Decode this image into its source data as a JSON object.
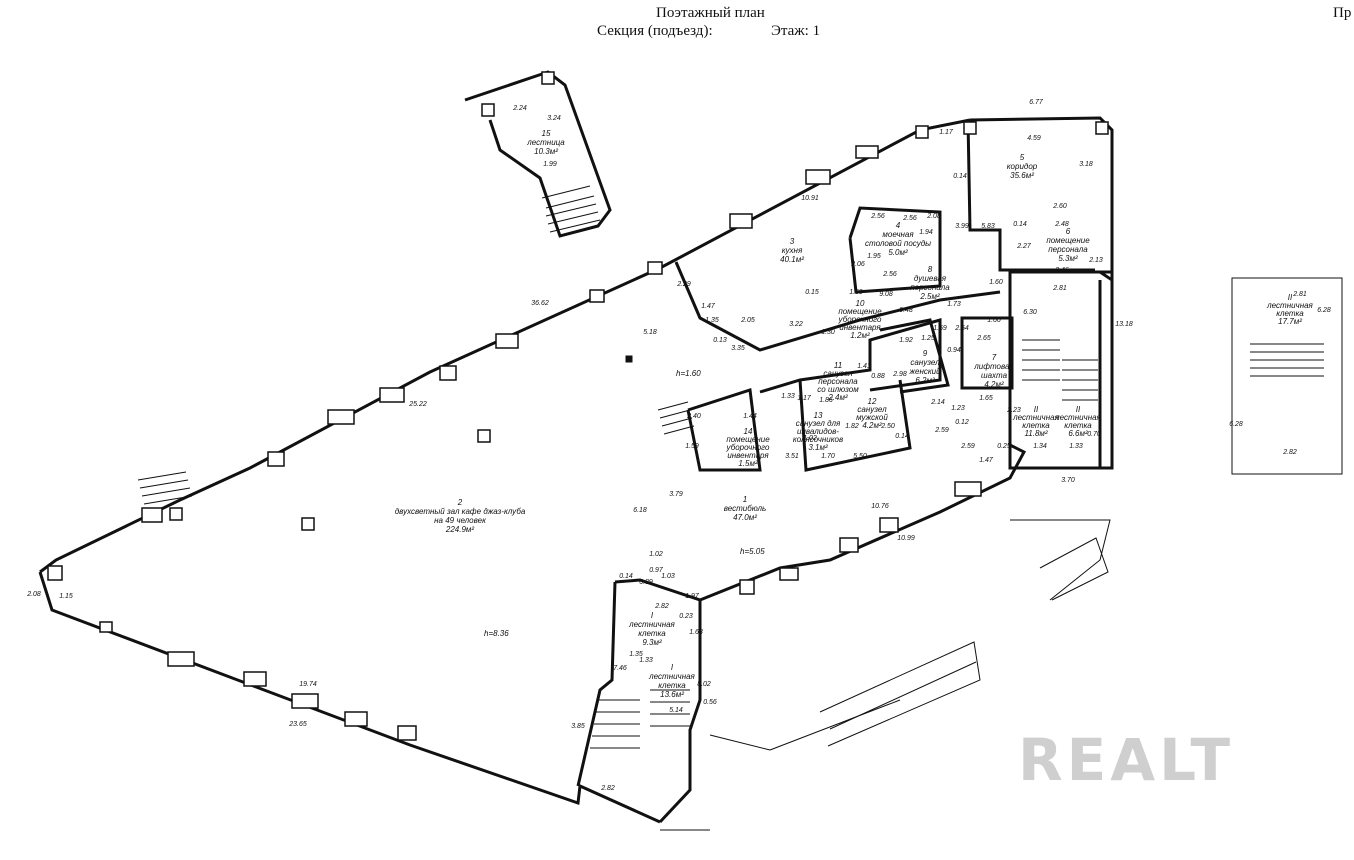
{
  "header": {
    "title": "Поэтажный план",
    "section_label": "Секция (подъезд):",
    "floor_label": "Этаж: 1",
    "cut_text": "Пр"
  },
  "rooms": [
    {
      "id": "1",
      "lines": [
        "1",
        "вестибюль",
        "47.0м²"
      ]
    },
    {
      "id": "2",
      "lines": [
        "2",
        "двухсветный зал кафе джаз-клуба",
        "на 49 человек",
        "224.9м²"
      ]
    },
    {
      "id": "3",
      "lines": [
        "3",
        "кухня",
        "40.1м²"
      ]
    },
    {
      "id": "4",
      "lines": [
        "4",
        "моечная",
        "столовой посуды",
        "5.0м²"
      ]
    },
    {
      "id": "5",
      "lines": [
        "5",
        "коридор",
        "35.6м²"
      ]
    },
    {
      "id": "6",
      "lines": [
        "6",
        "помещение",
        "персонала",
        "5.3м²"
      ]
    },
    {
      "id": "7",
      "lines": [
        "7",
        "лифтовая",
        "шахта",
        "4.2м²"
      ]
    },
    {
      "id": "8",
      "lines": [
        "8",
        "душевая",
        "персонала",
        "2.5м²"
      ]
    },
    {
      "id": "9",
      "lines": [
        "9",
        "санузел",
        "женский",
        "6.2м²"
      ]
    },
    {
      "id": "10",
      "lines": [
        "10",
        "помещение",
        "уборочного",
        "инвентаря",
        "1.2м²"
      ]
    },
    {
      "id": "11",
      "lines": [
        "11",
        "санузел",
        "персонала",
        "со шлюзом",
        "2.4м²"
      ]
    },
    {
      "id": "12",
      "lines": [
        "12",
        "санузел",
        "мужской",
        "4.2м²"
      ]
    },
    {
      "id": "13",
      "lines": [
        "13",
        "санузел для",
        "инвалидов-",
        "колясочников",
        "3.1м²"
      ]
    },
    {
      "id": "14",
      "lines": [
        "14",
        "помещение",
        "уборочного",
        "инвентаря",
        "1.5м²"
      ]
    },
    {
      "id": "15",
      "lines": [
        "15",
        "лестница",
        "10.3м²"
      ]
    },
    {
      "id": "II-a",
      "lines": [
        "II",
        "лестничная",
        "клетка",
        "11.8м²"
      ]
    },
    {
      "id": "II-b",
      "lines": [
        "II",
        "лестничная",
        "клетка",
        "6.6м²"
      ]
    },
    {
      "id": "I-a",
      "lines": [
        "I",
        "лестничная",
        "клетка",
        "9.3м²"
      ]
    },
    {
      "id": "I-b",
      "lines": [
        "I",
        "лестничная",
        "клетка",
        "13.6м²"
      ]
    },
    {
      "id": "II-c",
      "lines": [
        "II",
        "лестничная",
        "клетка",
        "17.7м²"
      ]
    }
  ],
  "heights": [
    "h=8.36",
    "h=5.05",
    "h=1.60"
  ],
  "dimensions": [
    "36.62",
    "25.22",
    "19.74",
    "23.65",
    "2.08",
    "1.15",
    "10.91",
    "1.17",
    "6.77",
    "4.59",
    "3.18",
    "0.14",
    "5.83",
    "3.99",
    "2.60",
    "2.48",
    "2.27",
    "2.13",
    "2.46",
    "0.14",
    "2.56",
    "2.56",
    "2.08",
    "1.94",
    "1.95",
    "2.06",
    "2.56",
    "9.08",
    "1.60",
    "2.81",
    "6.30",
    "13.18",
    "1.47",
    "1.35",
    "2.05",
    "3.22",
    "0.15",
    "1.59",
    "1.30",
    "2.29",
    "5.18",
    "0.13",
    "3.35",
    "1.44",
    "1.59",
    "2.40",
    "1.33",
    "1.17",
    "1.86",
    "1.41",
    "0.88",
    "2.98",
    "1.82",
    "1.70",
    "5.50",
    "3.51",
    "1.02",
    "2.50",
    "0.14",
    "9.48",
    "1.92",
    "1.25",
    "1.59",
    "0.94",
    "2.54",
    "1.73",
    "2.65",
    "1.60",
    "1.65",
    "2.14",
    "1.23",
    "0.12",
    "2.59",
    "2.59",
    "2.23",
    "1.34",
    "1.33",
    "0.70",
    "0.25",
    "1.47",
    "3.70",
    "10.76",
    "10.99",
    "3.79",
    "6.18",
    "1.02",
    "0.97",
    "1.03",
    "0.89",
    "0.14",
    "1.97",
    "0.23",
    "2.82",
    "1.68",
    "1.35",
    "7.46",
    "1.33",
    "8.02",
    "5.14",
    "0.56",
    "3.85",
    "2.82",
    "2.24",
    "3.24",
    "1.99",
    "2.81",
    "6.28",
    "6.28",
    "2.82"
  ],
  "watermark": "REALT"
}
